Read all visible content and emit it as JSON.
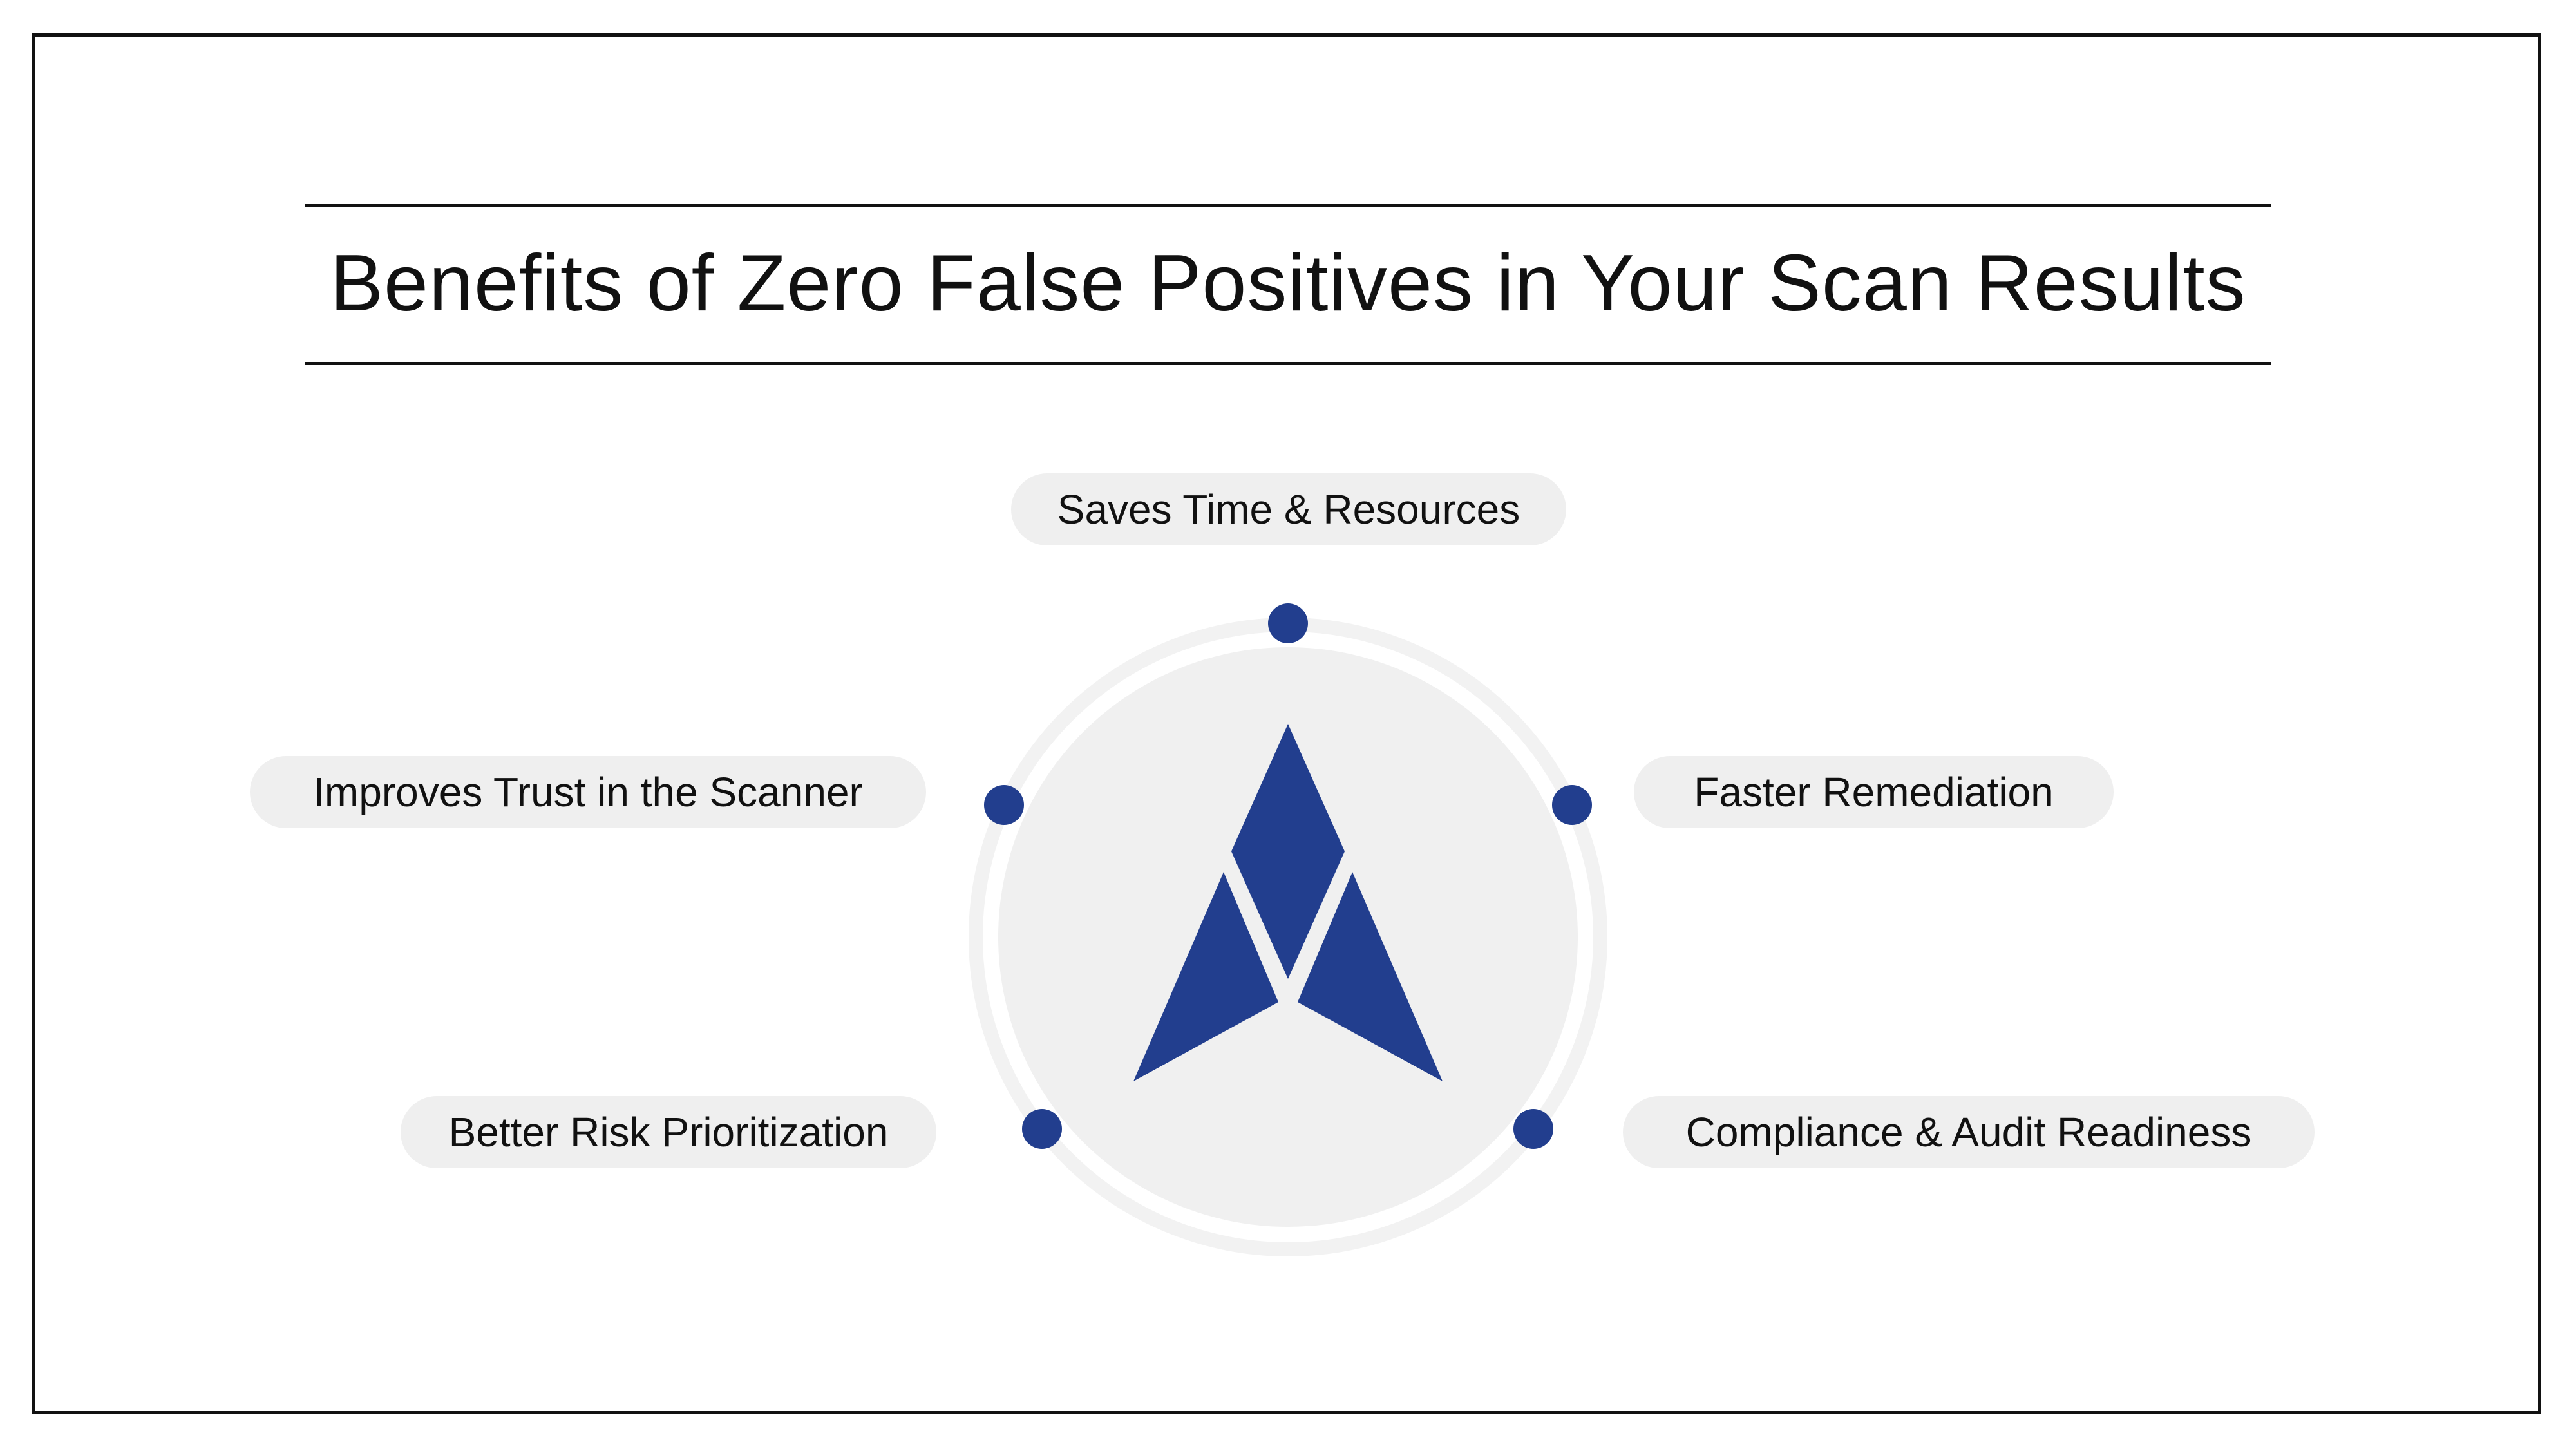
{
  "title": "Benefits of Zero False Positives in Your Scan Results",
  "benefits": [
    {
      "label": "Saves Time & Resources"
    },
    {
      "label": "Faster Remediation"
    },
    {
      "label": "Improves Trust in the Scanner"
    },
    {
      "label": "Better Risk Prioritization"
    },
    {
      "label": "Compliance & Audit Readiness"
    }
  ],
  "colors": {
    "accent": "#223e8e",
    "pill_background": "#efefef",
    "hub_fill": "#f0f0f0",
    "hub_ring": "#f2f2f2",
    "text": "#111111",
    "border": "#111111"
  },
  "center_icon": "stylized-triangle-logo-icon",
  "marker_icon": "dot-icon"
}
